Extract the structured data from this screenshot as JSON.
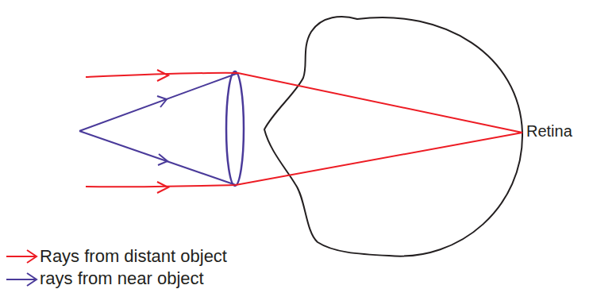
{
  "diagram": {
    "labels": [
      "Retina"
    ],
    "legend": [
      {
        "text": "Rays from distant object"
      },
      {
        "text": "rays from near object"
      }
    ]
  }
}
